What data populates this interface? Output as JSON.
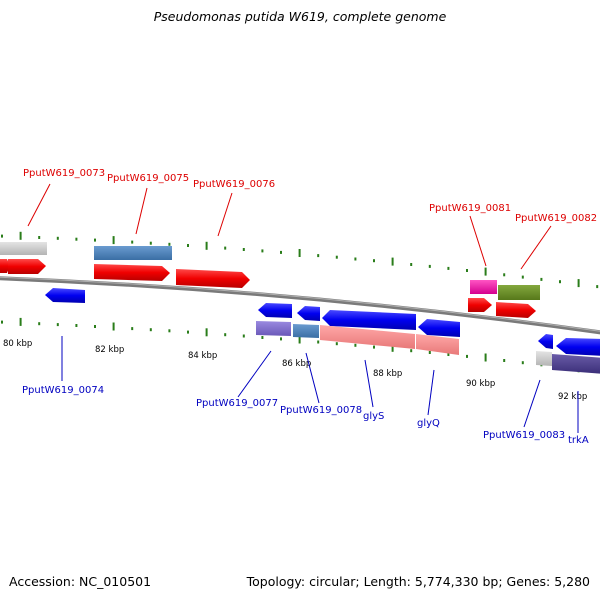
{
  "title": "Pseudomonas putida W619, complete genome",
  "footer": {
    "accession": "Accession: NC_010501",
    "summary": "Topology: circular; Length: 5,774,330 bp; Genes: 5,280"
  },
  "colors": {
    "label_top": "#dd0000",
    "label_bottom": "#0000c0",
    "tick": "#2a7d1a",
    "backbone": "#808080"
  },
  "kbp_labels": [
    "80 kbp",
    "82 kbp",
    "84 kbp",
    "86 kbp",
    "88 kbp",
    "90 kbp",
    "92 kbp"
  ],
  "top_gene_labels": [
    "PputW619_0073",
    "PputW619_0075",
    "PputW619_0076",
    "PputW619_0081",
    "PputW619_0082"
  ],
  "bottom_gene_labels": [
    "PputW619_0074",
    "PputW619_0077",
    "PputW619_0078",
    "glyS",
    "glyQ",
    "PputW619_0083",
    "trkA"
  ]
}
